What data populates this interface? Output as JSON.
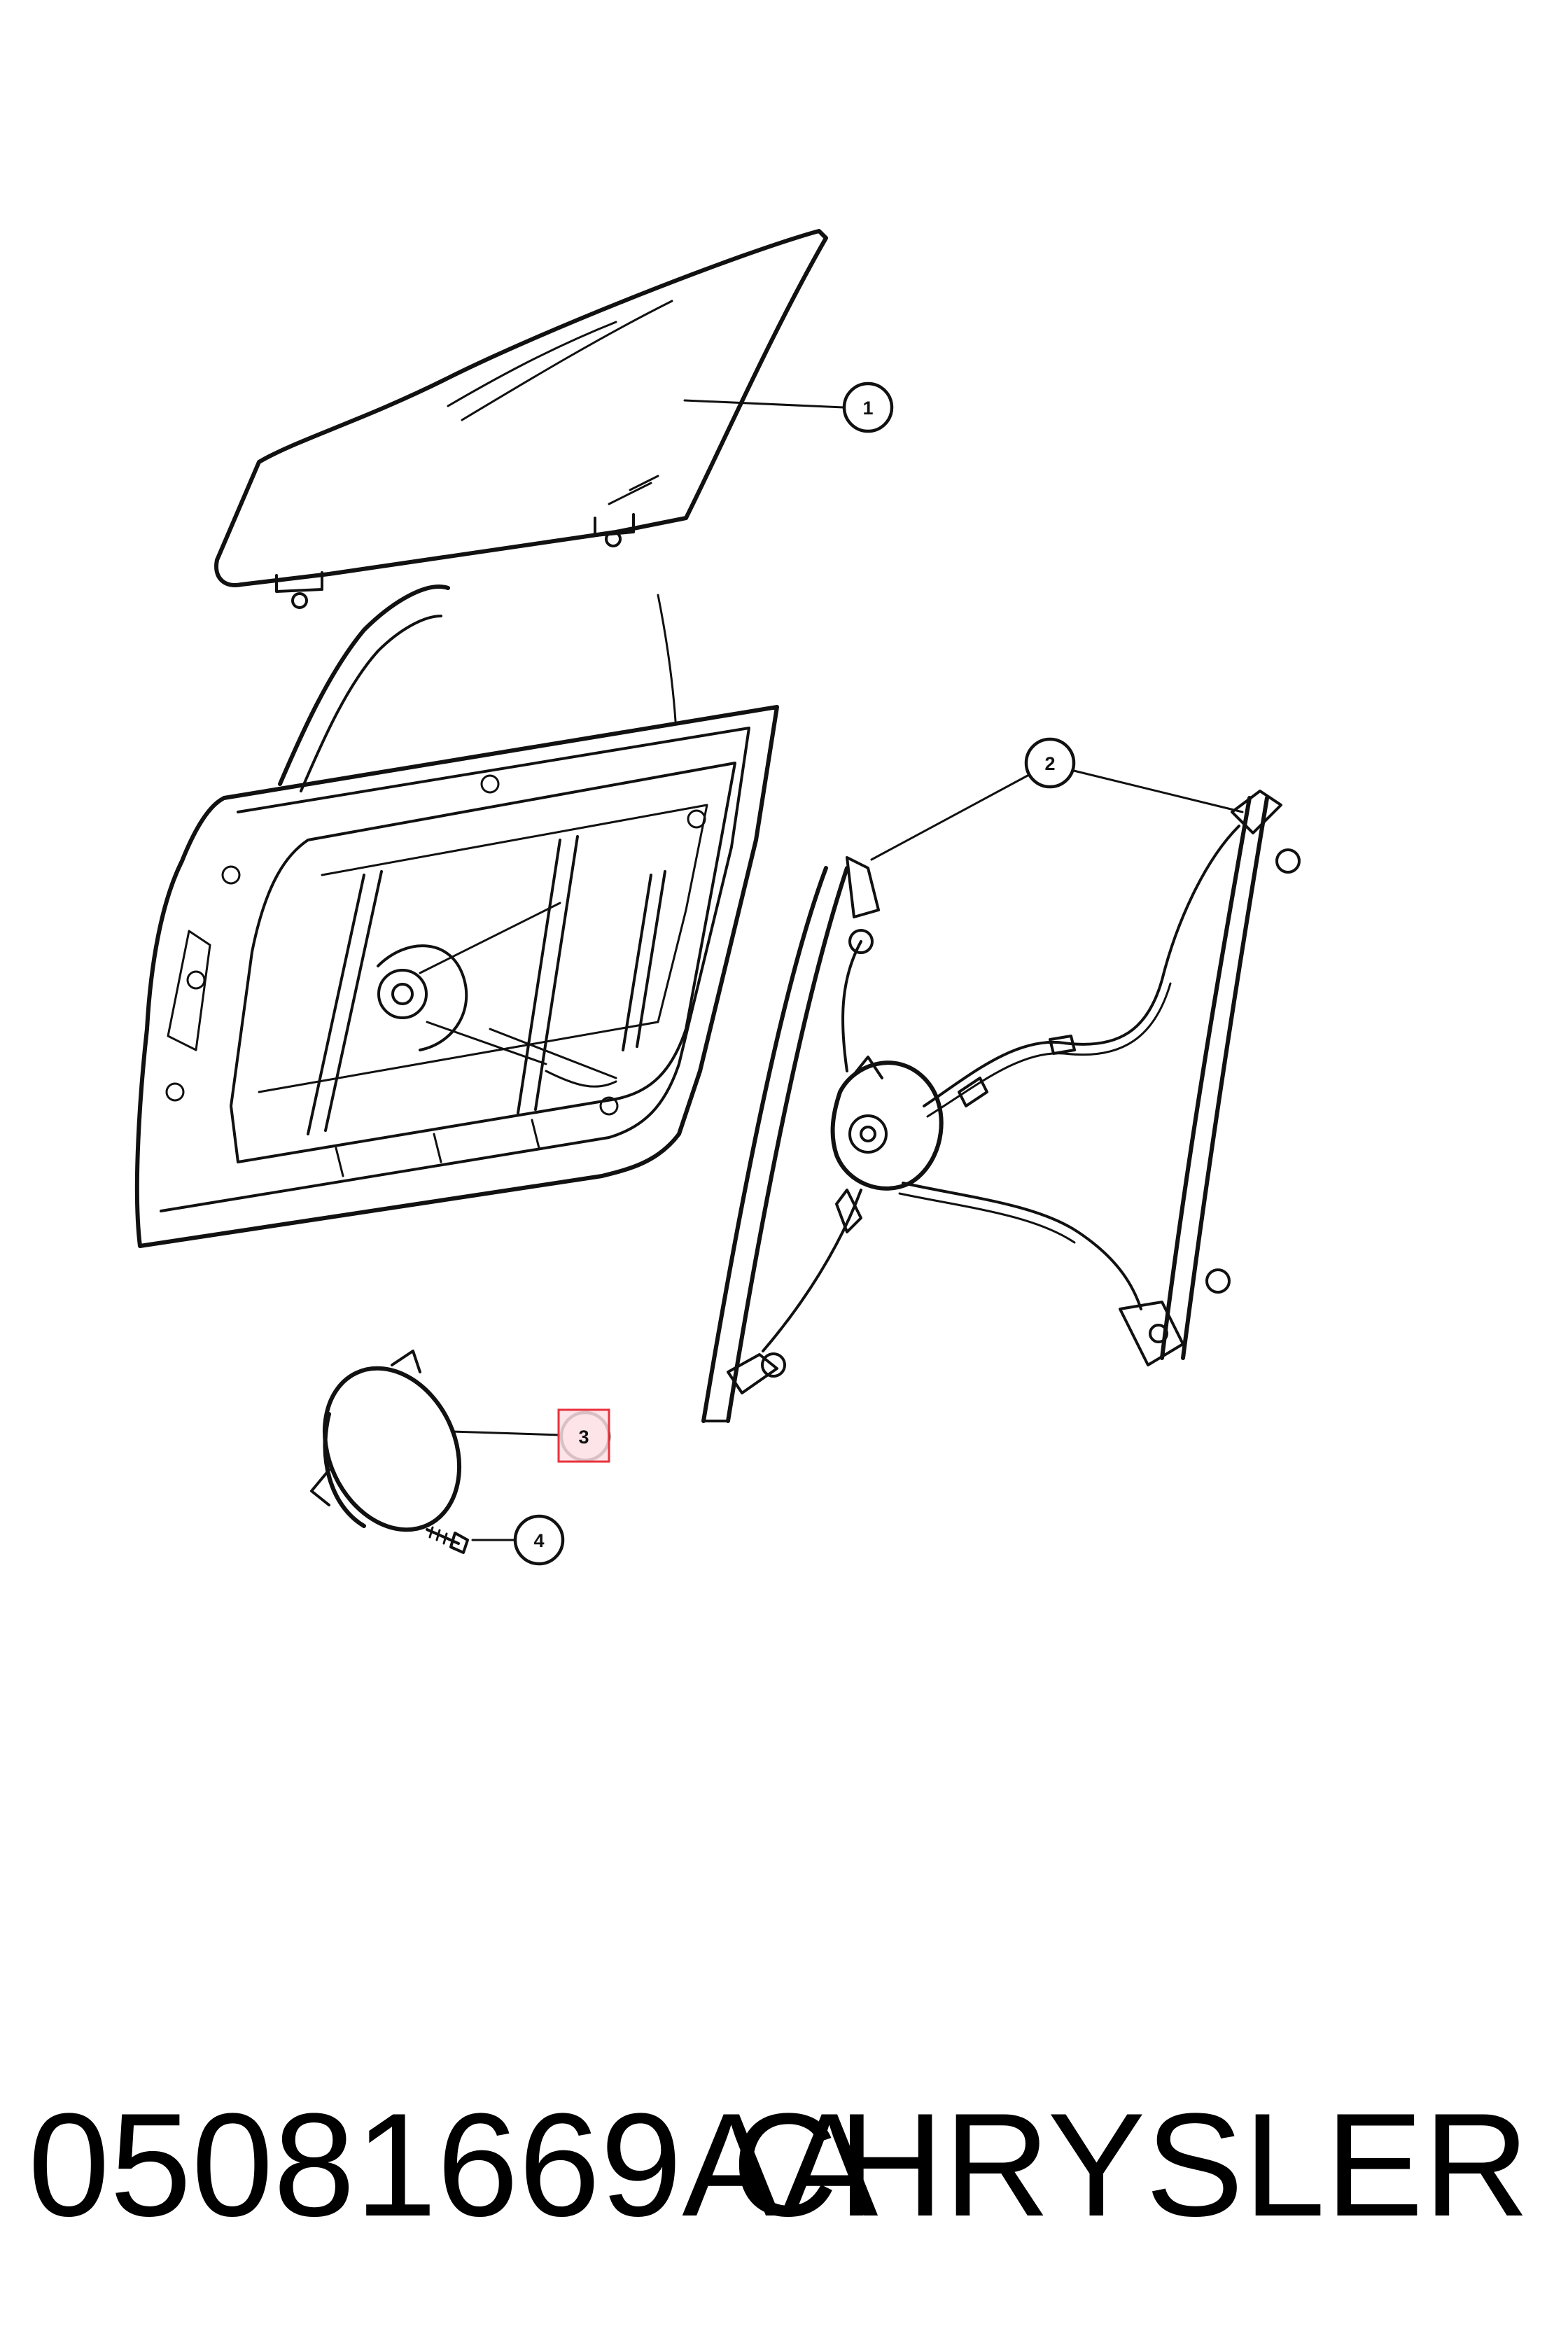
{
  "callouts": [
    {
      "num": "1",
      "part": "door glass"
    },
    {
      "num": "2",
      "part": "window regulator"
    },
    {
      "num": "3",
      "part": "window motor"
    },
    {
      "num": "4",
      "part": "screw"
    }
  ],
  "highlighted_callout": "3",
  "highlight_color": "#e8323c",
  "highlight_fill": "#fbdfe4",
  "footer": {
    "part_number": "05081669AA",
    "brand": "CHRYSLER"
  }
}
